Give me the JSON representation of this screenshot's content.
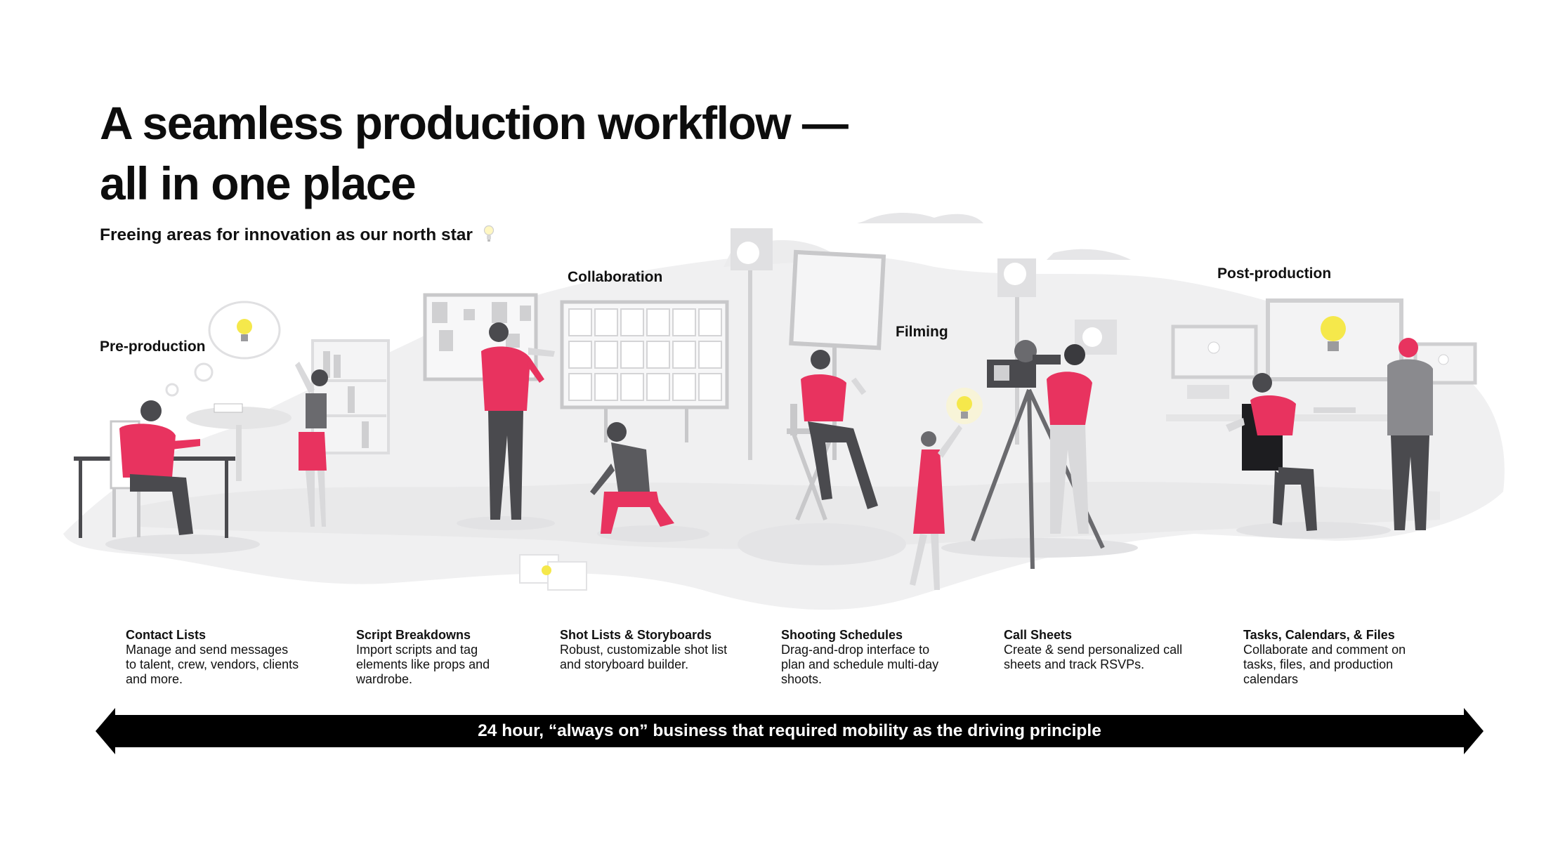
{
  "header": {
    "title_line1": "A seamless production workflow —",
    "title_line2": "all in one place",
    "subtitle": "Freeing areas for innovation as our north star"
  },
  "stages": {
    "pre_production": "Pre-production",
    "collaboration": "Collaboration",
    "filming": "Filming",
    "post_production": "Post-production"
  },
  "features": [
    {
      "title": "Contact Lists",
      "description": "Manage and send messages to talent, crew, vendors, clients and more."
    },
    {
      "title": "Script Breakdowns",
      "description": "Import scripts and tag elements like props and wardrobe."
    },
    {
      "title": "Shot Lists & Storyboards",
      "description": "Robust, customizable shot list and storyboard builder."
    },
    {
      "title": "Shooting Schedules",
      "description": "Drag-and-drop interface to plan and schedule multi-day shoots."
    },
    {
      "title": "Call Sheets",
      "description": "Create & send personalized call sheets and track RSVPs."
    },
    {
      "title": "Tasks, Calendars, & Files",
      "description": "Collaborate and comment on tasks, files, and production calendars"
    }
  ],
  "footer": {
    "principle": "24 hour, “always on” business that required mobility as the driving principle"
  },
  "colors": {
    "accent": "#e8335f",
    "dark": "#4a4a4e",
    "bulb": "#f5e84b",
    "scene_bg": "#eeeeef",
    "arrow": "#000000"
  },
  "icons": [
    "lightbulb-icon"
  ]
}
